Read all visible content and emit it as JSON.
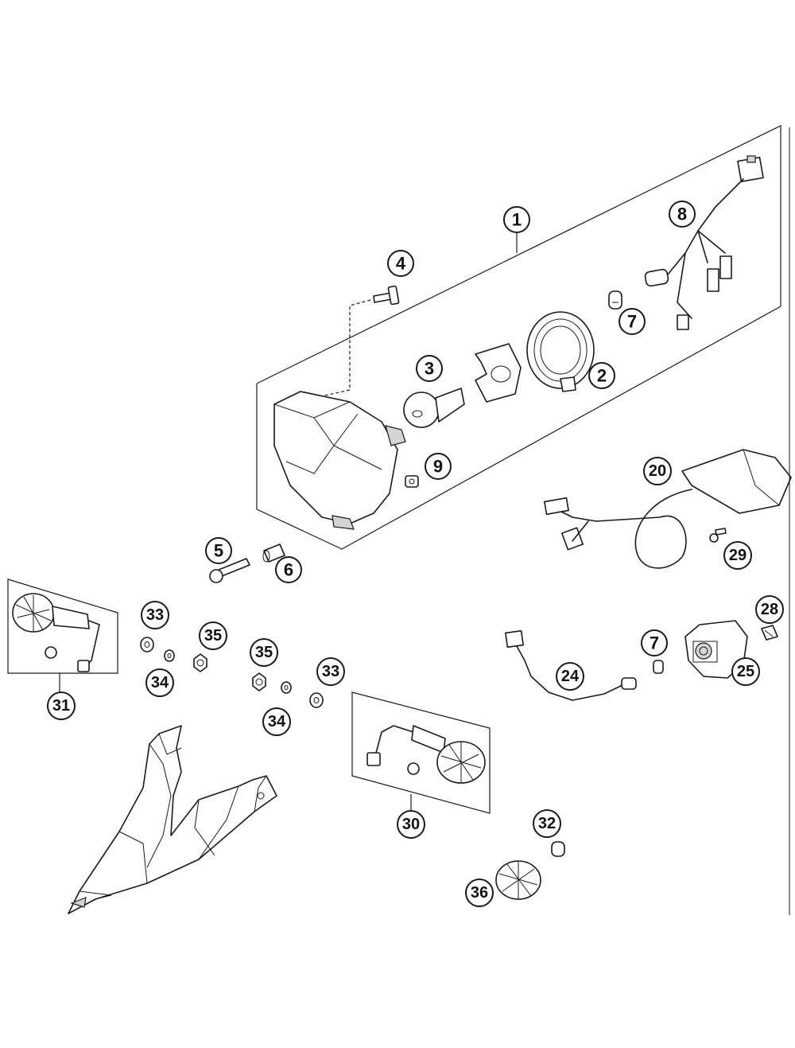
{
  "callouts": [
    {
      "id": "c1",
      "label": "1"
    },
    {
      "id": "c2",
      "label": "2"
    },
    {
      "id": "c3",
      "label": "3"
    },
    {
      "id": "c4",
      "label": "4"
    },
    {
      "id": "c5",
      "label": "5"
    },
    {
      "id": "c6",
      "label": "6"
    },
    {
      "id": "c7a",
      "label": "7"
    },
    {
      "id": "c7b",
      "label": "7"
    },
    {
      "id": "c8",
      "label": "8"
    },
    {
      "id": "c9",
      "label": "9"
    },
    {
      "id": "c20",
      "label": "20"
    },
    {
      "id": "c24",
      "label": "24"
    },
    {
      "id": "c25",
      "label": "25"
    },
    {
      "id": "c28",
      "label": "28"
    },
    {
      "id": "c29",
      "label": "29"
    },
    {
      "id": "c30",
      "label": "30"
    },
    {
      "id": "c31",
      "label": "31"
    },
    {
      "id": "c32",
      "label": "32"
    },
    {
      "id": "c33a",
      "label": "33"
    },
    {
      "id": "c33b",
      "label": "33"
    },
    {
      "id": "c34a",
      "label": "34"
    },
    {
      "id": "c34b",
      "label": "34"
    },
    {
      "id": "c35a",
      "label": "35"
    },
    {
      "id": "c35b",
      "label": "35"
    },
    {
      "id": "c36",
      "label": "36"
    }
  ]
}
